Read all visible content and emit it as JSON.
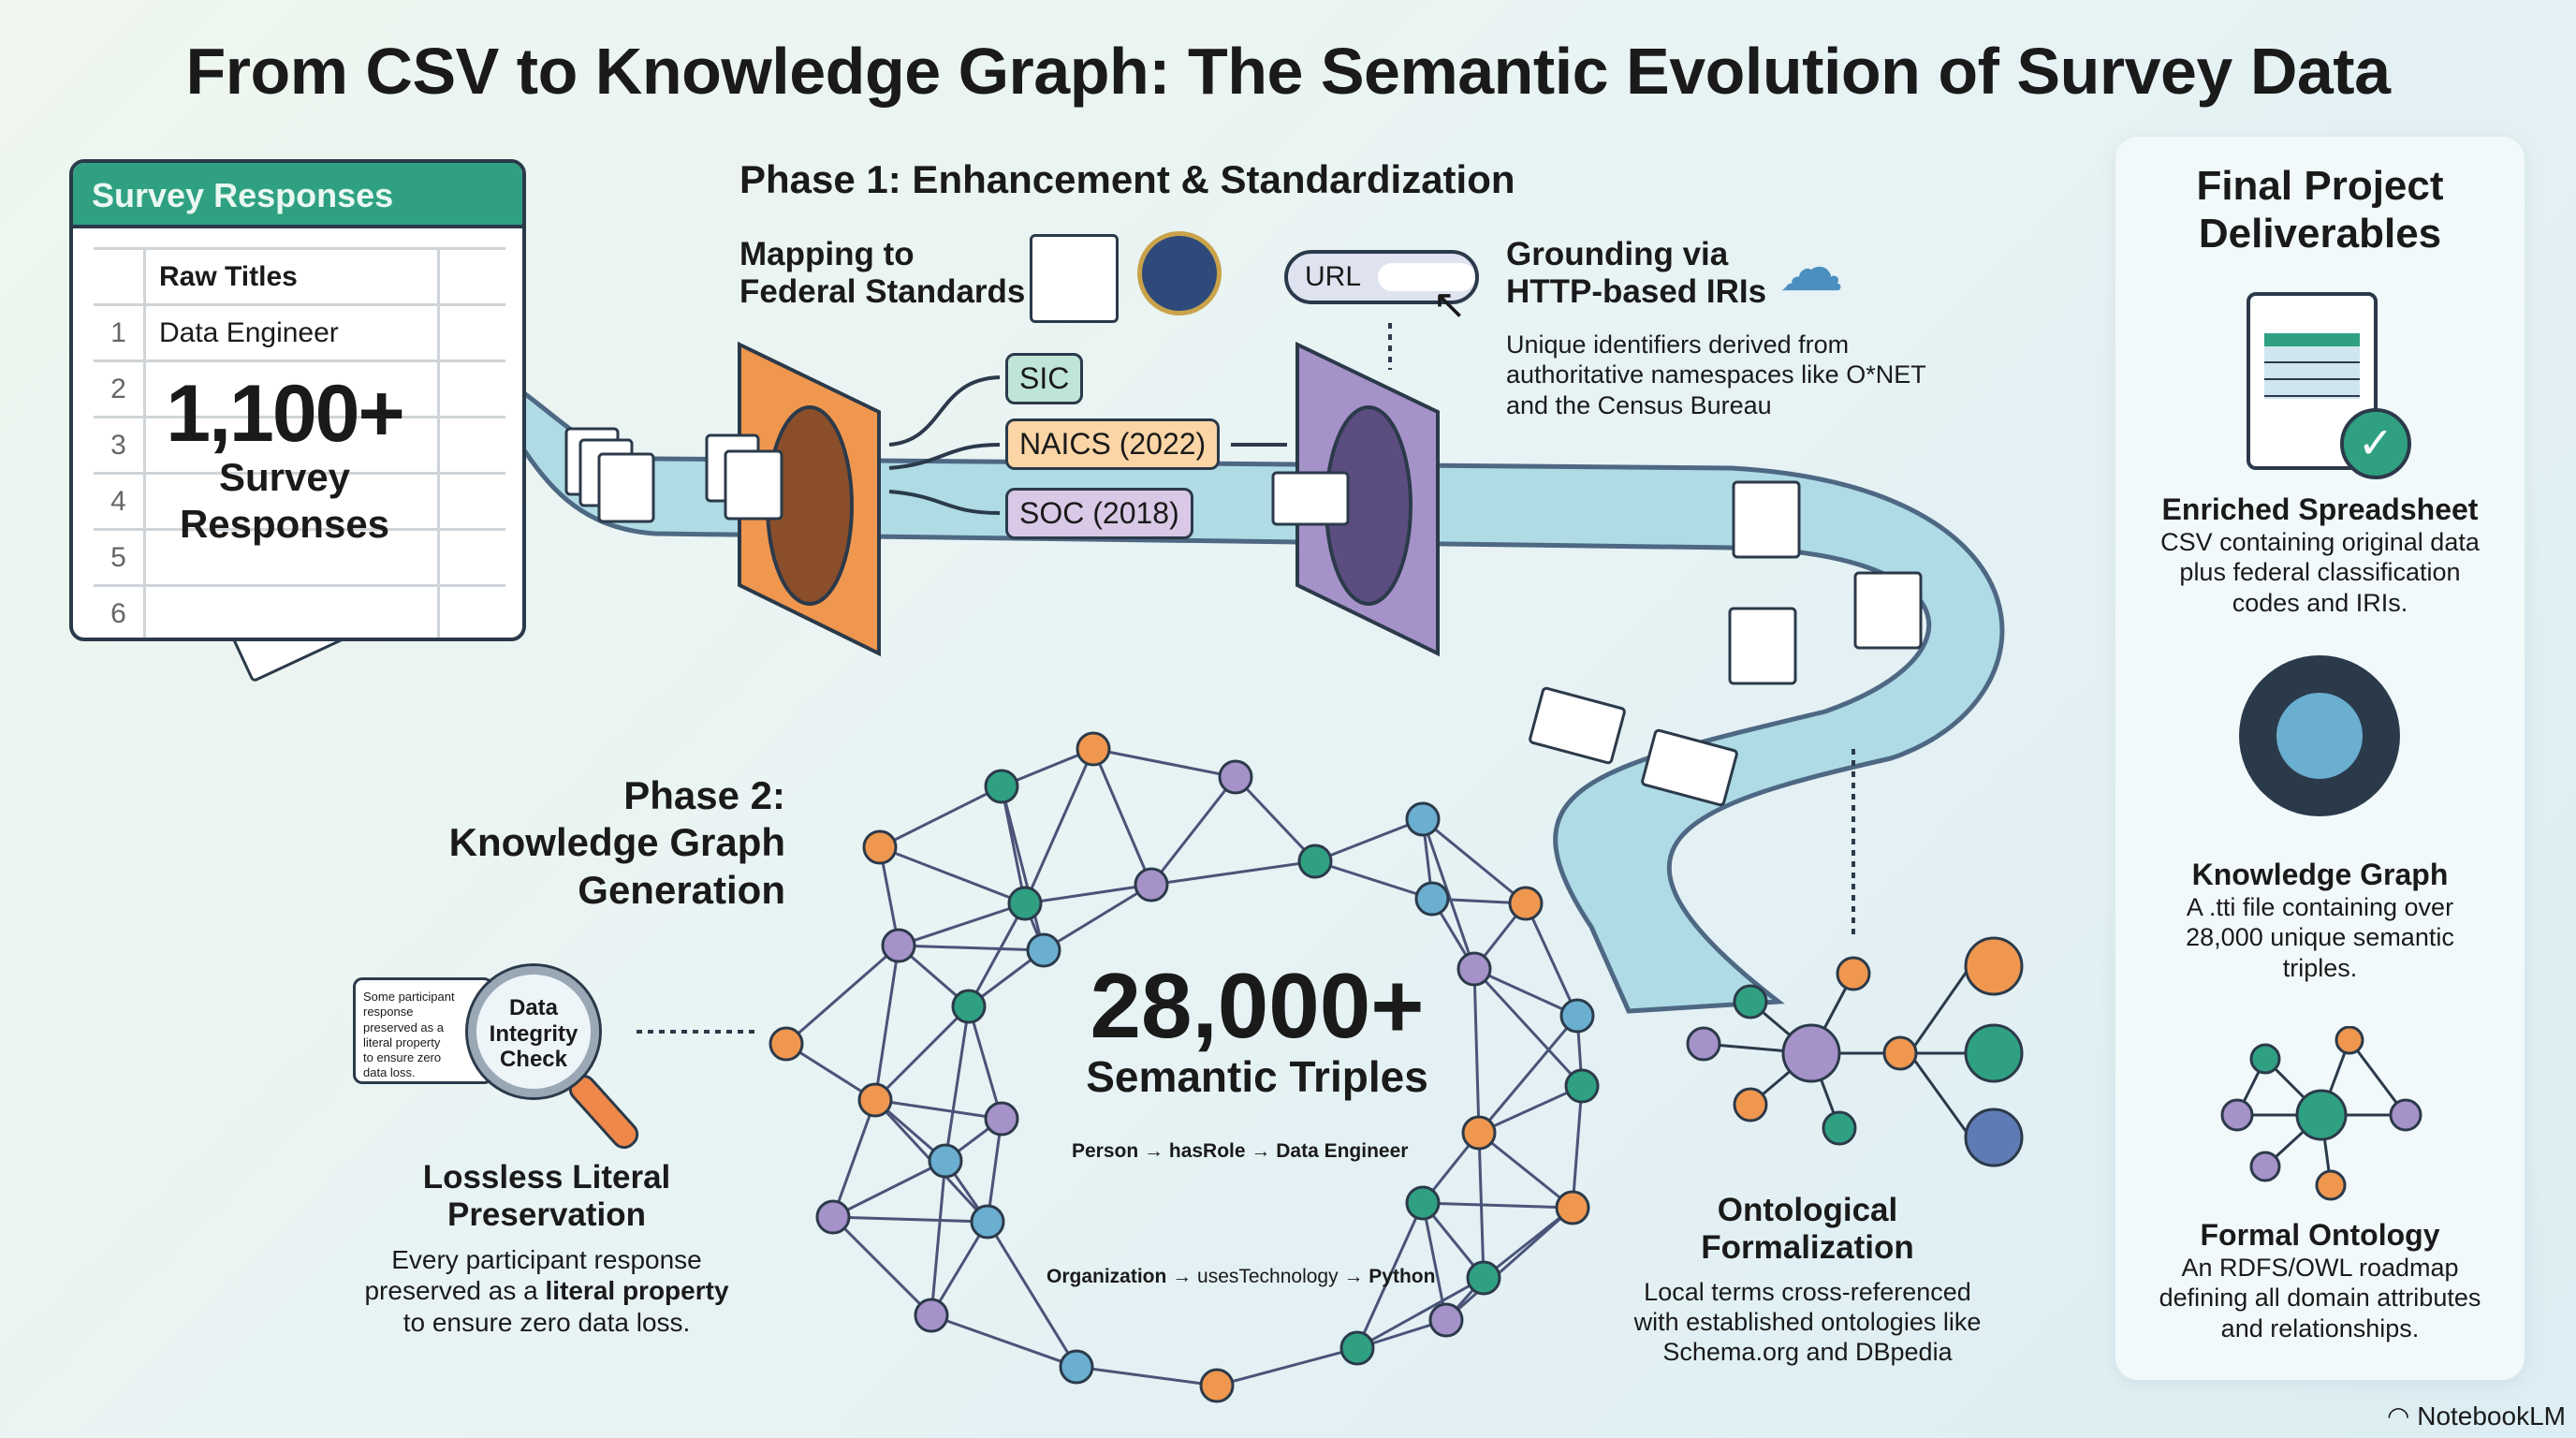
{
  "title": "From CSV to Knowledge Graph: The Semantic Evolution of Survey Data",
  "survey_card": {
    "header": "Survey Responses",
    "column_header": "Raw Titles",
    "rows": [
      {
        "n": "1",
        "value": "Data Engineer"
      },
      {
        "n": "2",
        "value": ""
      },
      {
        "n": "3",
        "value": ""
      },
      {
        "n": "4",
        "value": ""
      },
      {
        "n": "5",
        "value": ""
      },
      {
        "n": "6",
        "value": ""
      }
    ],
    "count": "1,100+",
    "count_label_1": "Survey",
    "count_label_2": "Responses"
  },
  "phase1": {
    "title": "Phase 1: Enhancement & Standardization",
    "mapping": {
      "line1": "Mapping to",
      "line2": "Federal Standards"
    },
    "codes": [
      "SIC",
      "NAICS (2022)",
      "SOC (2018)"
    ],
    "url_label": "URL",
    "grounding": {
      "line1": "Grounding via",
      "line2": "HTTP-based IRIs",
      "desc": [
        "Unique identifiers derived from",
        "authoritative namespaces like O*NET",
        "and the Census Bureau"
      ]
    }
  },
  "phase2": {
    "title": [
      "Phase 2:",
      "Knowledge Graph",
      "Generation"
    ],
    "count": "28,000+",
    "count_label": "Semantic Triples",
    "triple1": {
      "s": "Person",
      "p": "hasRole",
      "o": "Data Engineer"
    },
    "triple2": {
      "s": "Organization",
      "p": "usesTechnology",
      "o": "Python"
    },
    "bubble_text": [
      "Some participant",
      "response",
      "preserved as a",
      "literal property",
      "to ensure zero",
      "data loss."
    ],
    "magnifier": [
      "Data",
      "Integrity",
      "Check"
    ],
    "lossless": {
      "title1": "Lossless Literal",
      "title2": "Preservation",
      "desc1": "Every participant response",
      "desc2a": "preserved as a ",
      "desc2b": "literal property",
      "desc3": "to ensure zero data loss."
    },
    "ontology": {
      "title1": "Ontological",
      "title2": "Formalization",
      "desc": [
        "Local terms cross-referenced",
        "with established ontologies like",
        "Schema.org and DBpedia"
      ]
    }
  },
  "deliverables": {
    "title1": "Final Project",
    "title2": "Deliverables",
    "items": [
      {
        "title": "Enriched Spreadsheet",
        "desc": [
          "CSV containing original data",
          "plus federal classification",
          "codes and IRIs."
        ]
      },
      {
        "title": "Knowledge Graph",
        "desc": [
          "A .tti file containing over",
          "28,000 unique semantic",
          "triples."
        ]
      },
      {
        "title": "Formal Ontology",
        "desc": [
          "An RDFS/OWL roadmap",
          "defining all domain attributes",
          "and relationships."
        ]
      }
    ]
  },
  "brand": "NotebookLM",
  "colors": {
    "teal": "#2fa182",
    "orange": "#f0974f",
    "purple": "#a592c8",
    "blue": "#6aaed0",
    "river": "#9fd3e0",
    "ink": "#2b3a4a"
  }
}
